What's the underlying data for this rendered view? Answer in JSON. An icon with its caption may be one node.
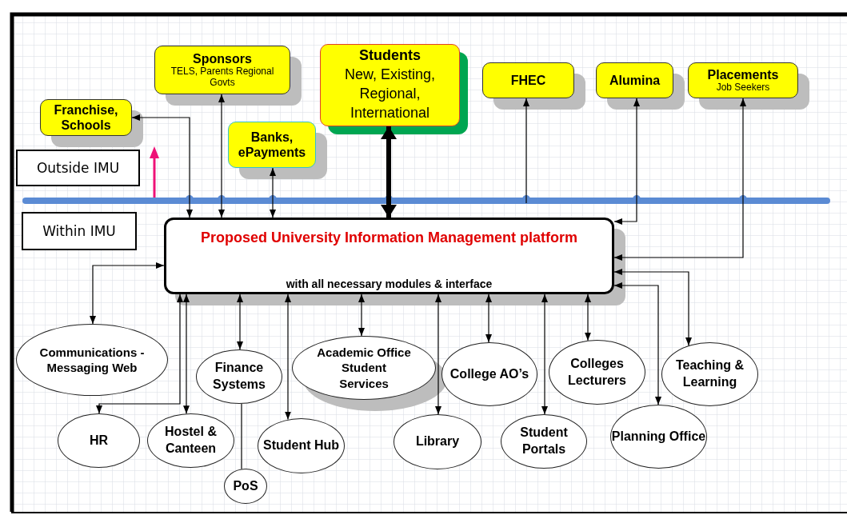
{
  "diagram": {
    "nodes": [
      {
        "text": [
          "Sponsors",
          "TELS, Parents Regional Govts"
        ]
      },
      {
        "text": [
          "Students",
          "New, Existing, Regional, International"
        ]
      },
      {
        "text": [
          "FHEC"
        ]
      },
      {
        "text": [
          "Alumina"
        ]
      },
      {
        "text": [
          "Placements",
          "Job Seekers"
        ]
      },
      {
        "text": [
          "Franchise, Schools"
        ]
      },
      {
        "text": [
          "Banks, ePayments"
        ]
      },
      {
        "text": [
          "Outside IMU"
        ]
      },
      {
        "text": [
          "Within IMU"
        ]
      },
      {
        "text": [
          "Proposed University Information Management platform",
          "with all necessary modules & interface"
        ]
      },
      {
        "text": [
          "Communications -Messaging Web"
        ]
      },
      {
        "text": [
          "Finance Systems"
        ]
      },
      {
        "text": [
          "Academic Office Student Services"
        ]
      },
      {
        "text": [
          "College AO’s"
        ]
      },
      {
        "text": [
          "Colleges Lecturers"
        ]
      },
      {
        "text": [
          "Teaching & Learning"
        ]
      },
      {
        "text": [
          "HR"
        ]
      },
      {
        "text": [
          "Hostel & Canteen"
        ]
      },
      {
        "text": [
          "Student Hub"
        ]
      },
      {
        "text": [
          "Library"
        ]
      },
      {
        "text": [
          "Student Portals"
        ]
      },
      {
        "text": [
          "Planning Office"
        ]
      },
      {
        "text": [
          "PoS"
        ]
      }
    ],
    "edges": [
      {
        "from": 9,
        "to": 5,
        "arrow": "both"
      },
      {
        "from": 9,
        "to": 0,
        "arrow": "both"
      },
      {
        "from": 9,
        "to": 6,
        "arrow": "both"
      },
      {
        "from": 9,
        "to": 1,
        "arrow": "both",
        "style": "thick"
      },
      {
        "from": null,
        "to": 2,
        "arrow": "to"
      },
      {
        "from": 9,
        "to": 3,
        "arrow": "both"
      },
      {
        "from": 9,
        "to": 4,
        "arrow": "both"
      },
      {
        "from": 9,
        "to": 15,
        "arrow": "both"
      },
      {
        "from": 9,
        "to": 21,
        "arrow": "both"
      },
      {
        "from": 9,
        "to": 10,
        "arrow": "both"
      },
      {
        "from": 9,
        "to": 16,
        "arrow": "both"
      },
      {
        "from": 9,
        "to": 17,
        "arrow": "both"
      },
      {
        "from": 9,
        "to": 11,
        "arrow": "both"
      },
      {
        "from": 9,
        "to": 18,
        "arrow": "both"
      },
      {
        "from": 9,
        "to": 12,
        "arrow": "both"
      },
      {
        "from": 9,
        "to": 19,
        "arrow": "both"
      },
      {
        "from": 9,
        "to": 13,
        "arrow": "both"
      },
      {
        "from": 9,
        "to": 20,
        "arrow": "both"
      },
      {
        "from": 9,
        "to": 14,
        "arrow": "both"
      },
      {
        "from": 11,
        "to": 22,
        "arrow": "none"
      }
    ]
  }
}
